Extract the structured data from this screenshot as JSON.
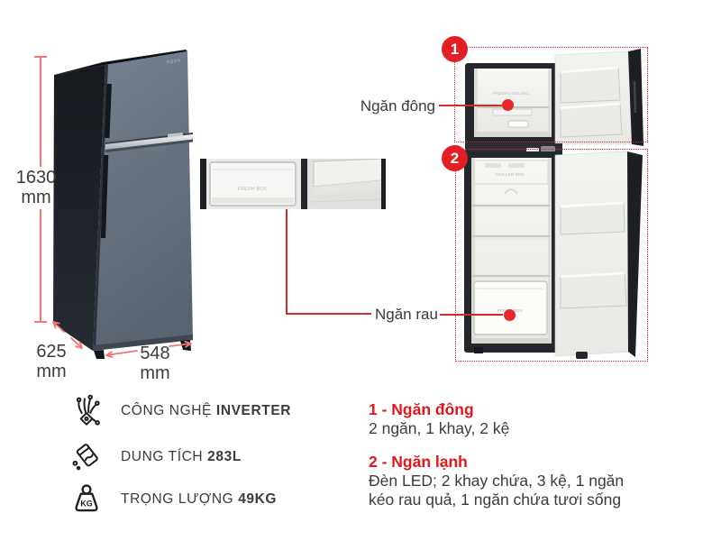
{
  "colors": {
    "accent_red": "#e31e25",
    "dimension_salmon": "#f17676",
    "text_dark": "#3c3c3c"
  },
  "dimensions": {
    "height": {
      "value": "1630",
      "unit": "mm"
    },
    "depth": {
      "value": "625",
      "unit": "mm"
    },
    "width": {
      "value": "548",
      "unit": "mm"
    }
  },
  "callouts": {
    "freezer": "Ngăn đông",
    "crisper": "Ngăn rau",
    "marker_freezer": "1",
    "marker_fridge": "2"
  },
  "product": {
    "brand": "AQUA",
    "freezer_interior_text": "FRESHCOOLING",
    "chiller_text": "CHILLER BOX",
    "crisper_text": "FRESH BOX"
  },
  "specs": [
    {
      "icon": "inverter-chip-icon",
      "label": "CÔNG NGHỆ",
      "value": "INVERTER"
    },
    {
      "icon": "capacity-icon",
      "label": "DUNG TÍCH",
      "value": "283L"
    },
    {
      "icon": "weight-icon",
      "label": "TRỌNG LƯỢNG",
      "value": "49KG"
    }
  ],
  "legend": [
    {
      "title": "1 - Ngăn đông",
      "desc": "2 ngăn, 1 khay, 2 kệ"
    },
    {
      "title": "2 - Ngăn lạnh",
      "desc": "Đèn LED; 2 khay chứa, 3 kệ, 1 ngăn kéo rau quả, 1 ngăn chứa tươi sống"
    }
  ]
}
